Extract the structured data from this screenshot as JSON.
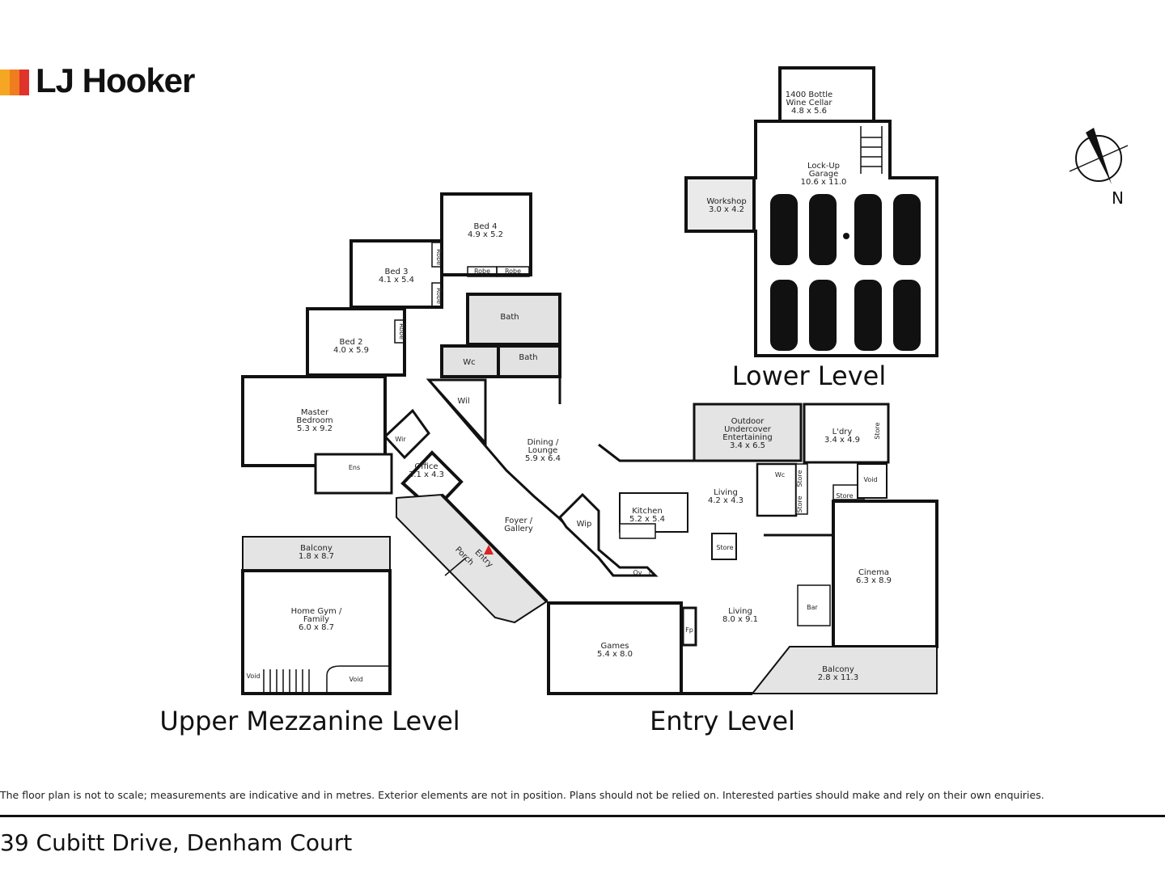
{
  "brand": {
    "name": "LJ Hooker",
    "colors": [
      "#f5a623",
      "#f07d1f",
      "#e0332b"
    ]
  },
  "compass": {
    "label": "N"
  },
  "levels": {
    "lower": "Lower Level",
    "entry": "Entry Level",
    "mezzanine": "Upper Mezzanine Level"
  },
  "rooms": {
    "wine_cellar": [
      "1400 Bottle",
      "Wine Cellar",
      "4.8 x 5.6"
    ],
    "garage": [
      "Lock-Up",
      "Garage",
      "10.6 x 11.0"
    ],
    "workshop": [
      "Workshop",
      "3.0 x 4.2"
    ],
    "bed4": [
      "Bed 4",
      "4.9 x 5.2"
    ],
    "bed3": [
      "Bed 3",
      "4.1 x 5.4"
    ],
    "bed2": [
      "Bed 2",
      "4.0 x 5.9"
    ],
    "master": [
      "Master",
      "Bedroom",
      "5.3 x 9.2"
    ],
    "bath1": [
      "Bath"
    ],
    "bath2": [
      "Bath"
    ],
    "wc1": [
      "Wc"
    ],
    "wil": [
      "Wil"
    ],
    "wir": [
      "Wir"
    ],
    "ens": [
      "Ens"
    ],
    "office": [
      "Office",
      "3.1 x 4.3"
    ],
    "dining": [
      "Dining /",
      "Lounge",
      "5.9 x 6.4"
    ],
    "foyer": [
      "Foyer /",
      "Gallery"
    ],
    "entry": [
      "Entry"
    ],
    "porch": [
      "Porch"
    ],
    "wip": [
      "Wip"
    ],
    "kitchen": [
      "Kitchen",
      "5.2 x 5.4"
    ],
    "ov": [
      "Ov"
    ],
    "f": [
      "F"
    ],
    "store_stair": [
      "Store"
    ],
    "living1": [
      "Living",
      "4.2 x 4.3"
    ],
    "outdoor": [
      "Outdoor",
      "Undercover",
      "Entertaining",
      "3.4 x 6.5"
    ],
    "ldry": [
      "L'dry",
      "3.4 x 4.9"
    ],
    "wc2": [
      "Wc"
    ],
    "void1": [
      "Void"
    ],
    "cinema": [
      "Cinema",
      "6.3 x 8.9"
    ],
    "bar": [
      "Bar"
    ],
    "living2": [
      "Living",
      "8.0 x 9.1"
    ],
    "fp": [
      "Fp"
    ],
    "games": [
      "Games",
      "5.4 x 8.0"
    ],
    "balcony_main": [
      "Balcony",
      "2.8 x 11.3"
    ],
    "balcony_mezz": [
      "Balcony",
      "1.8 x 8.7"
    ],
    "gym": [
      "Home Gym /",
      "Family",
      "6.0 x 8.7"
    ],
    "void_mezz1": [
      "Void"
    ],
    "void_mezz2": [
      "Void"
    ],
    "robe": "Robe",
    "store": "Store"
  },
  "disclaimer": "The floor plan is not to scale; measurements are indicative and in metres. Exterior elements are not in position. Plans should not be relied on. Interested parties should make and rely on their own enquiries.",
  "address": "39 Cubitt Drive, Denham Court"
}
